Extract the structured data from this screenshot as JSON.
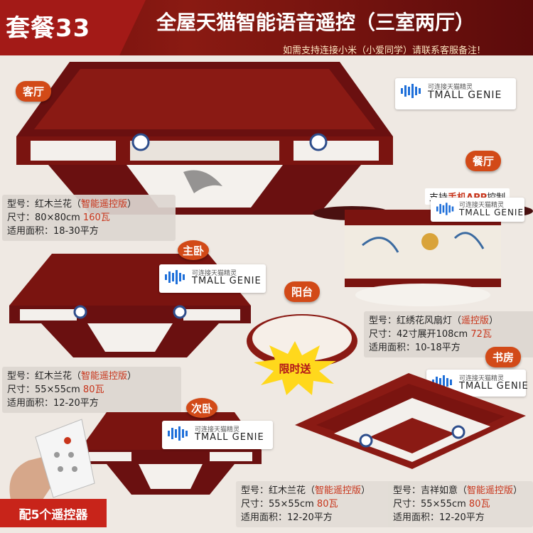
{
  "banner": {
    "package": "套餐33",
    "headline": "全屋天猫智能语音遥控（三室两厅）",
    "note": "如需支持连接小米（小爱同学）请联系客服备注!"
  },
  "rooms": {
    "living": "客厅",
    "master": "主卧",
    "balcony": "阳台",
    "dining": "餐厅",
    "study": "书房",
    "second": "次卧"
  },
  "tmall": {
    "line1": "可连接天猫精灵",
    "line2": "TMALL GENIE"
  },
  "app_support": {
    "prefix": "支持",
    "highlight": "手机APP",
    "suffix": "控制"
  },
  "promo": "限时送",
  "gift": "配5个遥控器",
  "specs": {
    "living": {
      "l1a": "型号：红木兰花（",
      "l1b": "智能遥控版",
      "l1c": "）",
      "l2a": "尺寸：80×80cm ",
      "l2b": "160瓦",
      "l3": "适用面积：18-30平方"
    },
    "master": {
      "l1a": "型号：红木兰花（",
      "l1b": "智能遥控版",
      "l1c": "）",
      "l2a": "尺寸：55×55cm ",
      "l2b": "80瓦",
      "l3": "适用面积：12-20平方"
    },
    "dining": {
      "l1a": "型号：红绣花风扇灯（",
      "l1b": "遥控版",
      "l1c": "）",
      "l2a": "尺寸：42寸展开108cm ",
      "l2b": "72瓦",
      "l3": "适用面积：10-18平方"
    },
    "second": {
      "l1a": "型号：红木兰花（",
      "l1b": "智能遥控版",
      "l1c": "）",
      "l2a": "尺寸：55×55cm ",
      "l2b": "80瓦",
      "l3": "适用面积：12-20平方"
    },
    "study": {
      "l1a": "型号：吉祥如意（",
      "l1b": "智能遥控版",
      "l1c": "）",
      "l2a": "尺寸：55×55cm ",
      "l2b": "80瓦",
      "l3": "适用面积：12-20平方"
    }
  },
  "colors": {
    "banner": "#6e0d0d",
    "accent": "#c8341a",
    "wood": "#7a1410",
    "label": "#d24a18"
  }
}
